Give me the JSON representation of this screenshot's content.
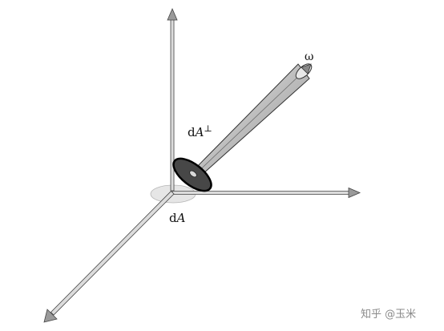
{
  "labels": {
    "omega": "ω",
    "dA_perp_d": "d",
    "dA_perp_A": "A",
    "dA_perp_sup": "⊥",
    "dA_d": "d",
    "dA_A": "A"
  },
  "watermark": "知乎 @玉米",
  "colors": {
    "axis_fill": "#dcdcdc",
    "axis_stroke": "#444444",
    "disk_fill": "#4a4a4a",
    "ellipse_fill": "#e6e6e6",
    "tube_light": "#ececec",
    "tube_dark": "#9a9a9a"
  }
}
